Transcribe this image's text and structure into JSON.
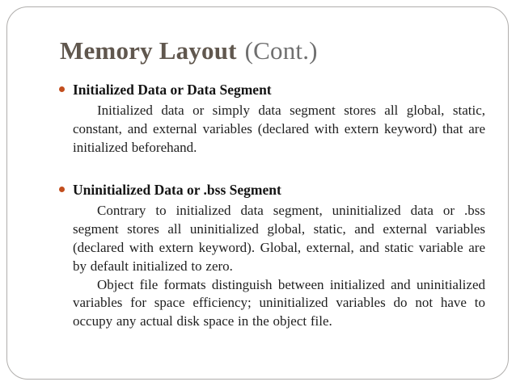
{
  "slide": {
    "title": {
      "main": "Memory Layout",
      "suffix": "(Cont.)"
    },
    "bullets": [
      {
        "heading": "Initialized Data or Data Segment",
        "paragraphs": [
          "Initialized data or simply data segment stores all global, static, constant, and external variables (declared with extern keyword) that are initialized beforehand."
        ]
      },
      {
        "heading": "Uninitialized Data or .bss Segment",
        "paragraphs": [
          "Contrary to initialized data segment, uninitialized data or .bss segment stores all uninitialized global, static, and external variables (declared with extern keyword). Global, external, and static variable are by default initialized to zero.",
          "Object file formats distinguish between initialized and uninitialized variables for space efficiency; uninitialized variables do not have to occupy any actual disk space in the object file."
        ]
      }
    ],
    "colors": {
      "title_main": "#60574e",
      "title_suffix": "#6f6f6f",
      "bullet_dot": "#c24e1e",
      "body_text": "#1e1e1e",
      "border": "#b0aeac"
    }
  }
}
